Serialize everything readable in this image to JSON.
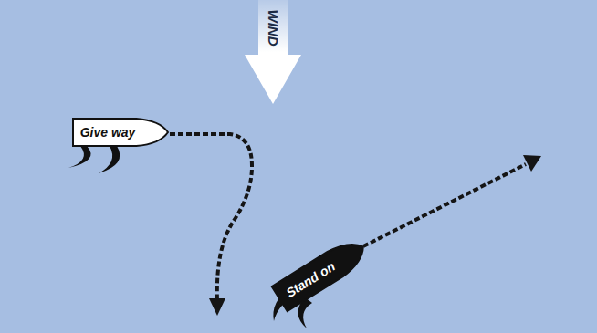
{
  "diagram": {
    "nodes": [
      {
        "text": [
          "Give way"
        ]
      },
      {
        "text": [
          "Stand on"
        ]
      }
    ],
    "labels": [
      "WIND"
    ]
  }
}
